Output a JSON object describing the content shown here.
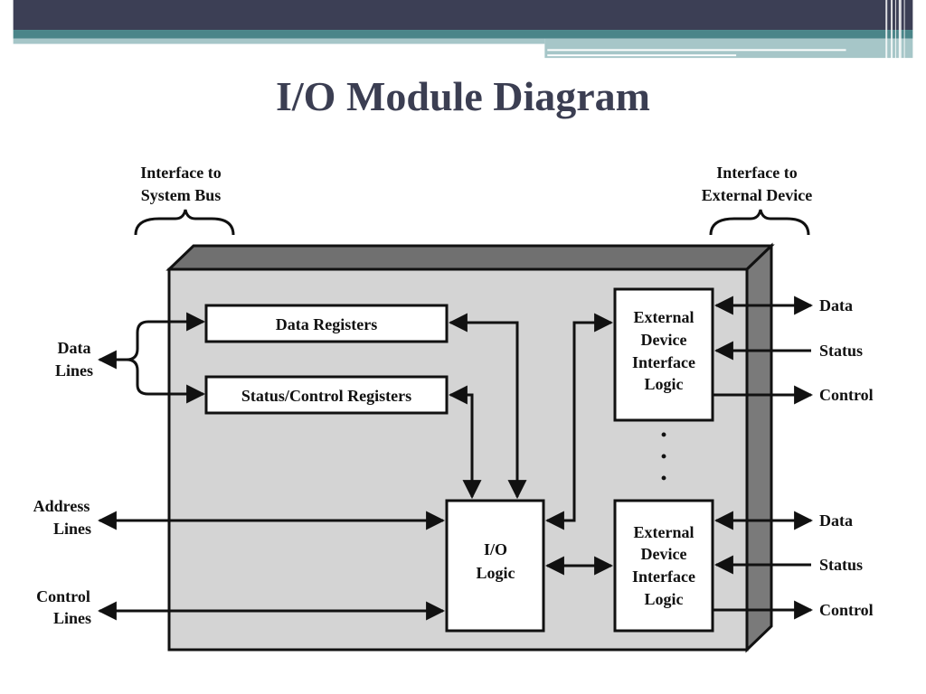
{
  "slide": {
    "title": "I/O Module Diagram"
  },
  "diagram": {
    "interface_system_bus": [
      "Interface to",
      "System Bus"
    ],
    "interface_external_device": [
      "Interface to",
      "External Device"
    ],
    "data_registers": "Data Registers",
    "status_control_registers": "Status/Control Registers",
    "io_logic": [
      "I/O",
      "Logic"
    ],
    "ext_device_logic": [
      "External",
      "Device",
      "Interface",
      "Logic"
    ],
    "data_lines": [
      "Data",
      "Lines"
    ],
    "address_lines": [
      "Address",
      "Lines"
    ],
    "control_lines": [
      "Control",
      "Lines"
    ],
    "ext_signals": [
      "Data",
      "Status",
      "Control"
    ],
    "ellipsis": [
      "•",
      "•",
      "•"
    ]
  },
  "colors": {
    "title": "#3b3e52",
    "bar_dark": "#3c3f55",
    "bar_teal": "#4a8589",
    "bar_light": "#a6c6c8",
    "module_face": "#d4d4d4",
    "module_top": "#707070",
    "module_side": "#7a7a7a"
  }
}
